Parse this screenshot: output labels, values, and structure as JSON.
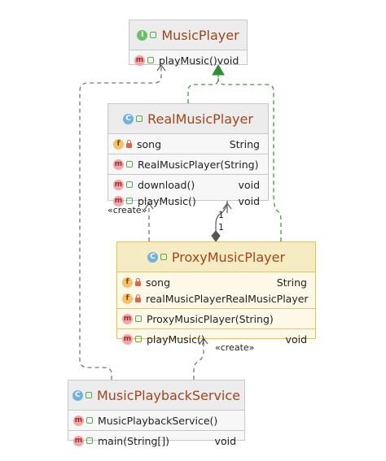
{
  "classes": {
    "music_player": {
      "kind_icon": "I",
      "name": "MusicPlayer",
      "methods": [
        {
          "icon": "m",
          "name": "playMusic()",
          "type": "void"
        }
      ]
    },
    "real_music_player": {
      "kind_icon": "C",
      "name": "RealMusicPlayer",
      "fields": [
        {
          "icon": "f",
          "name": "song",
          "type": "String"
        }
      ],
      "constructors": [
        {
          "icon": "m",
          "name": "RealMusicPlayer(String)",
          "type": ""
        }
      ],
      "methods": [
        {
          "icon": "m",
          "name": "download()",
          "type": "void"
        },
        {
          "icon": "m",
          "name": "playMusic()",
          "type": "void"
        }
      ]
    },
    "proxy_music_player": {
      "kind_icon": "C",
      "name": "ProxyMusicPlayer",
      "fields": [
        {
          "icon": "f",
          "name": "song",
          "type": "String"
        },
        {
          "icon": "f",
          "name": "realMusicPlayer",
          "type": "RealMusicPlayer"
        }
      ],
      "constructors": [
        {
          "icon": "m",
          "name": "ProxyMusicPlayer(String)",
          "type": ""
        }
      ],
      "methods": [
        {
          "icon": "m",
          "name": "playMusic()",
          "type": "void"
        }
      ]
    },
    "music_playback_service": {
      "kind_icon": "C",
      "name": "MusicPlaybackService",
      "constructors": [
        {
          "icon": "m",
          "name": "MusicPlaybackService()",
          "type": ""
        }
      ],
      "methods": [
        {
          "icon": "m",
          "name": "main(String[])",
          "type": "void"
        }
      ]
    }
  },
  "edge_labels": {
    "create_real": "«create»",
    "create_proxy": "«create»",
    "mult_top": "1",
    "mult_bottom": "1"
  },
  "colors": {
    "realization": "#3b9a3b",
    "dependency": "#777777",
    "class_title": "#a0461e",
    "selected_border": "#f0c23b"
  }
}
